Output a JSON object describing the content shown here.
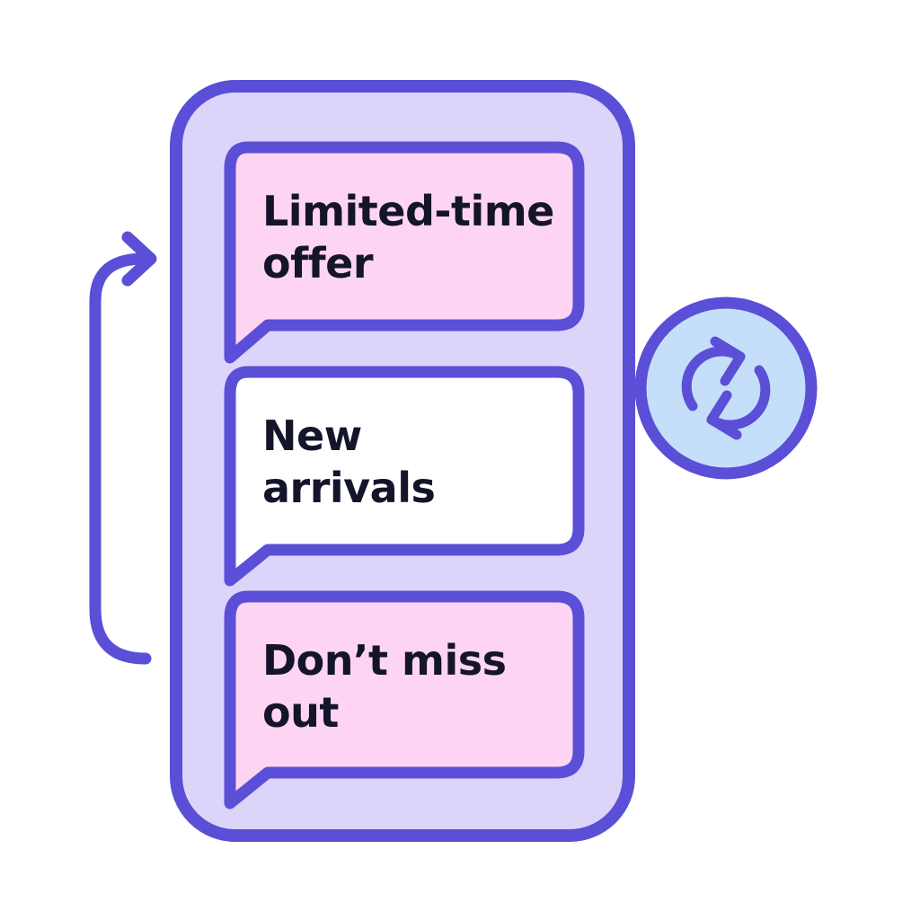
{
  "colors": {
    "outline": "#5a4fd6",
    "phone_fill": "#ddd4fa",
    "bubble_pink": "#fdd5f2",
    "bubble_white": "#ffffff",
    "refresh_fill": "#c5dffb",
    "text": "#14142b",
    "background": "#ffffff"
  },
  "messages": [
    {
      "line1": "Limited-time",
      "line2": "offer",
      "fill": "pink"
    },
    {
      "line1": "New",
      "line2": "arrivals",
      "fill": "white"
    },
    {
      "line1": "Don’t miss",
      "line2": "out",
      "fill": "pink"
    }
  ],
  "icons": {
    "refresh": "refresh-icon",
    "loop_arrow": "loop-arrow-icon"
  }
}
